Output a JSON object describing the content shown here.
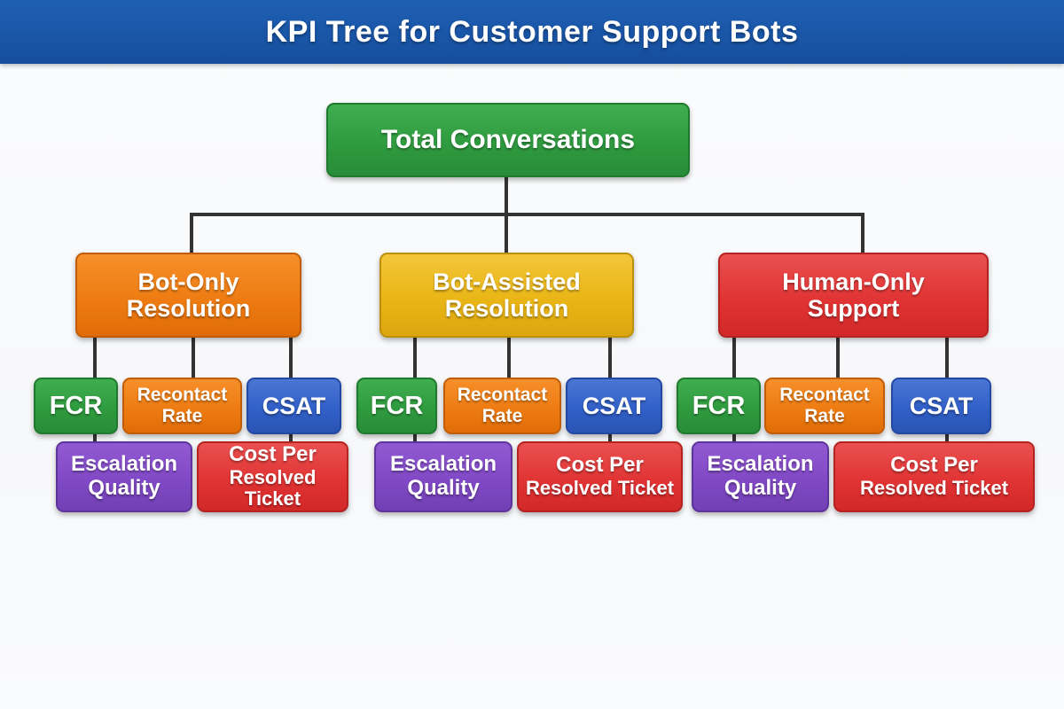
{
  "header": {
    "title": "KPI Tree for Customer Support Bots"
  },
  "root": {
    "label": "Total Conversations"
  },
  "branches": [
    {
      "line1": "Bot-Only",
      "line2": "Resolution"
    },
    {
      "line1": "Bot-Assisted",
      "line2": "Resolution"
    },
    {
      "line1": "Human-Only",
      "line2": "Support"
    }
  ],
  "kpis": {
    "fcr": "FCR",
    "recontact_line1": "Recontact",
    "recontact_line2": "Rate",
    "csat": "CSAT",
    "escalation_line1": "Escalation",
    "escalation_line2": "Quality",
    "cost_line1": "Cost Per",
    "cost_line2": "Resolved Ticket"
  },
  "colors": {
    "header_bg": "#1a56a8",
    "node_green": "#2f9b3f",
    "node_orange": "#ee7c12",
    "node_gold": "#eab616",
    "node_red": "#e13434",
    "node_blue": "#3160c8",
    "node_purple": "#8149c5",
    "connector": "#333333",
    "background": "#f7f8fa",
    "text": "#ffffff"
  }
}
